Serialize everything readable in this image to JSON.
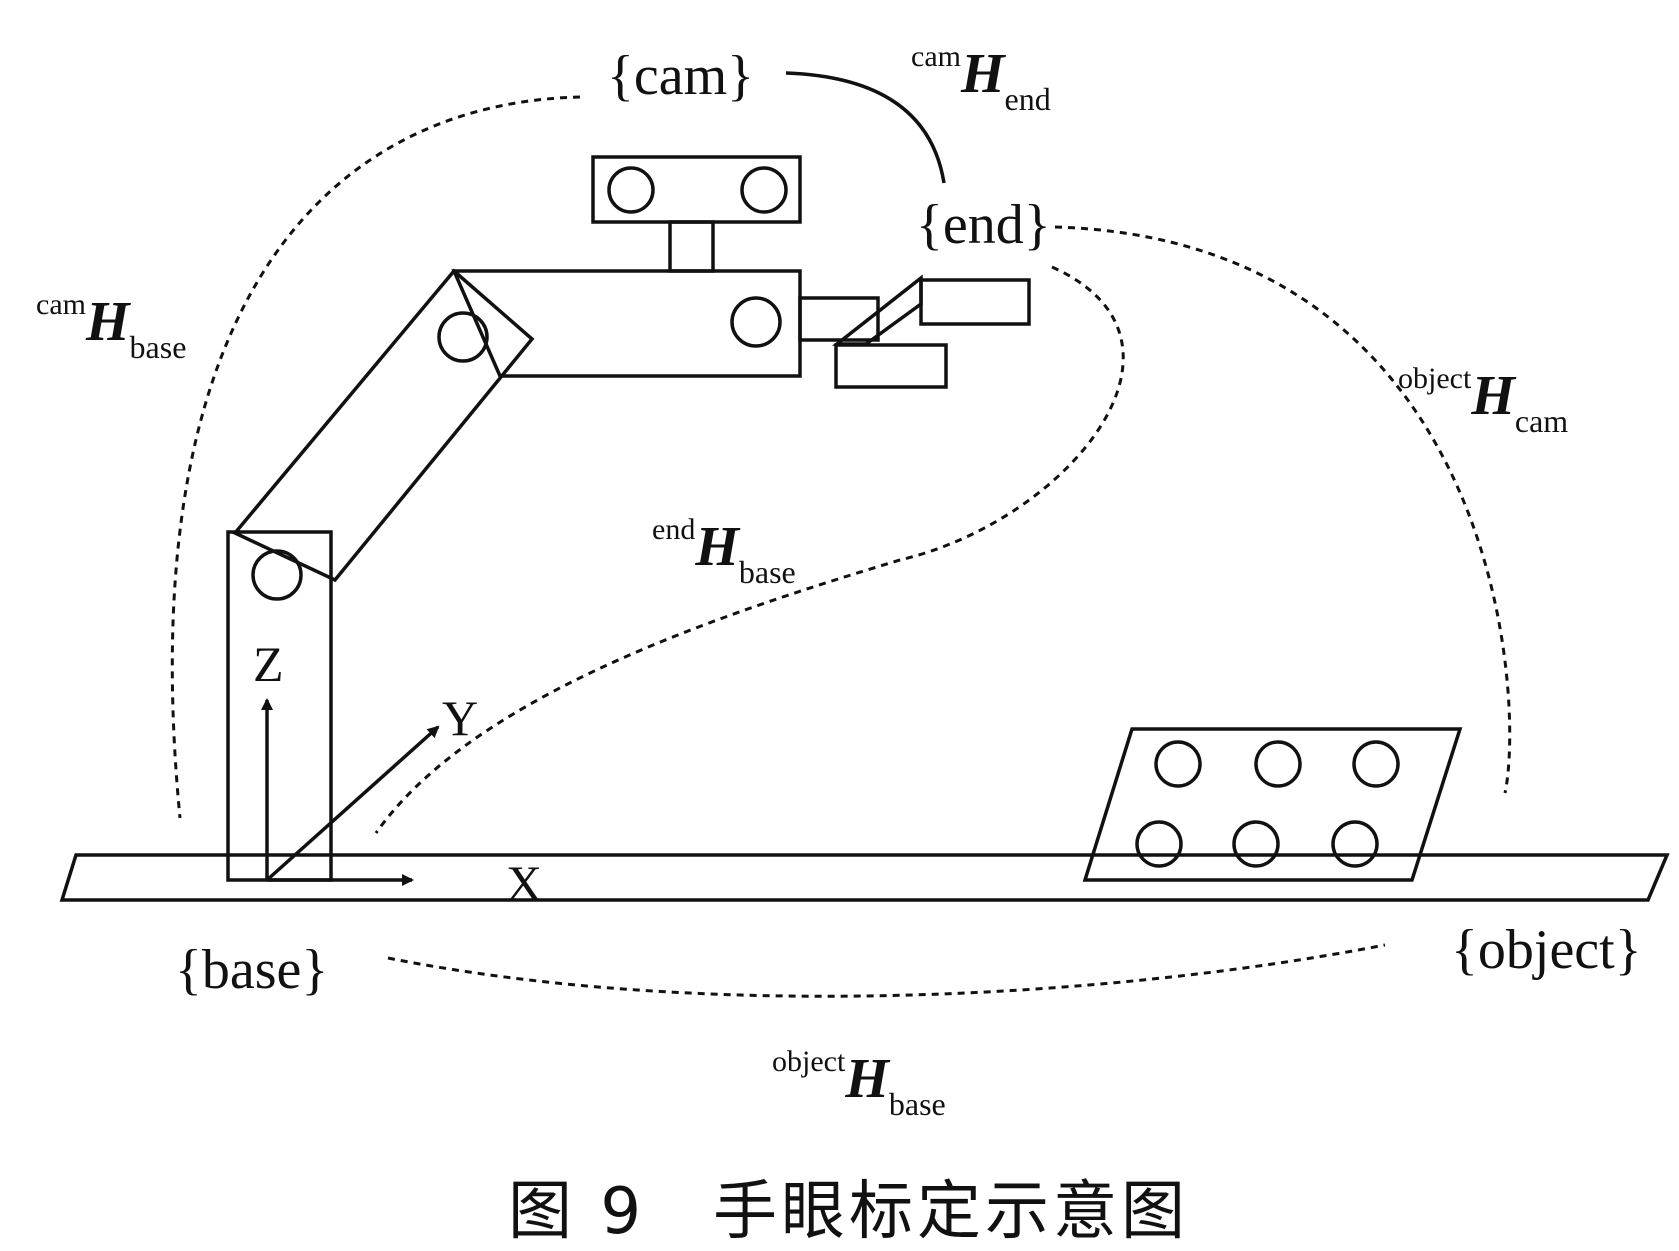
{
  "frames": {
    "cam": "{cam}",
    "end": "{end}",
    "base": "{base}",
    "object": "{object}"
  },
  "axes": {
    "x": "X",
    "y": "Y",
    "z": "Z"
  },
  "transforms": {
    "cam_end": {
      "sup": "cam",
      "main": "H",
      "sub": "end"
    },
    "cam_base": {
      "sup": "cam",
      "main": "H",
      "sub": "base"
    },
    "object_cam": {
      "sup": "object",
      "main": "H",
      "sub": "cam"
    },
    "end_base": {
      "sup": "end",
      "main": "H",
      "sub": "base"
    },
    "object_base": {
      "sup": "object",
      "main": "H",
      "sub": "base"
    }
  },
  "caption": "图 9　手眼标定示意图"
}
